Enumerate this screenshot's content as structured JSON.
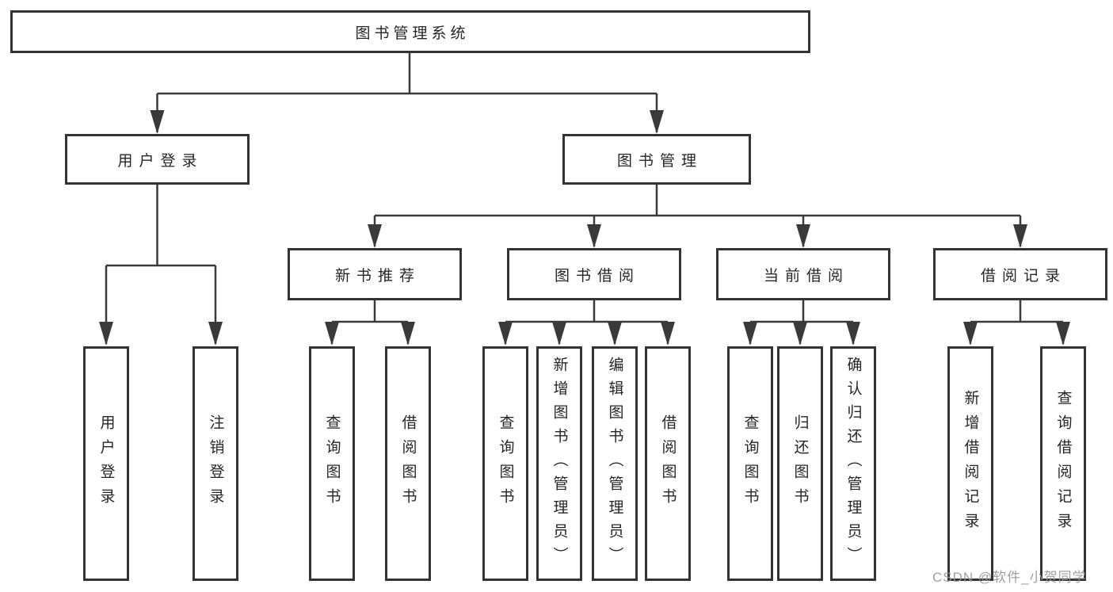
{
  "tree": {
    "label": "图书管理系统",
    "children": [
      {
        "label": "用户登录",
        "children": [
          {
            "label": "用户登录"
          },
          {
            "label": "注销登录"
          }
        ]
      },
      {
        "label": "图书管理",
        "children": [
          {
            "label": "新书推荐",
            "children": [
              {
                "label": "查询图书"
              },
              {
                "label": "借阅图书"
              }
            ]
          },
          {
            "label": "图书借阅",
            "children": [
              {
                "label": "查询图书"
              },
              {
                "label": "新增图书（管理员）"
              },
              {
                "label": "编辑图书（管理员）"
              },
              {
                "label": "借阅图书"
              }
            ]
          },
          {
            "label": "当前借阅",
            "children": [
              {
                "label": "查询图书"
              },
              {
                "label": "归还图书"
              },
              {
                "label": "确认归还（管理员）"
              }
            ]
          },
          {
            "label": "借阅记录",
            "children": [
              {
                "label": "新增借阅记录"
              },
              {
                "label": "查询借阅记录"
              }
            ]
          }
        ]
      }
    ]
  },
  "watermark": {
    "text": "CSDN @软件_小贺同学"
  },
  "colors": {
    "line": "#3a3a3a",
    "box_border": "#333333",
    "text": "#262626",
    "background": "#ffffff",
    "watermark": "#969696"
  }
}
